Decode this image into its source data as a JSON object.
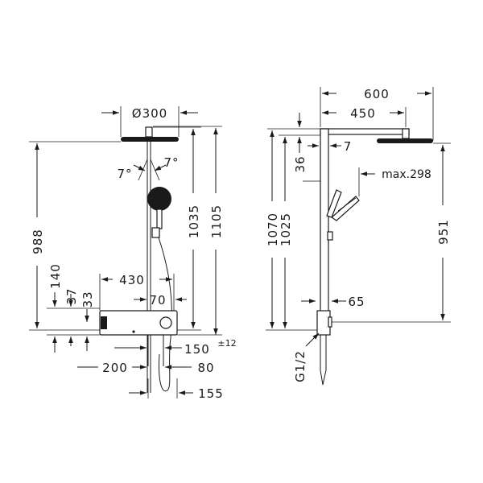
{
  "front_view": {
    "head_diameter": "Ø300",
    "tilt_left": "7°",
    "tilt_right": "7°",
    "total_height": "988",
    "rail_height_a": "1035",
    "rail_height_b": "1105",
    "spout_140": "140",
    "spout_37": "37",
    "spout_33": "33",
    "thermostat_width": "430",
    "offset_70": "70",
    "centers_150": "150",
    "tolerance": "±12",
    "offset_200": "200",
    "offset_80": "80",
    "offset_155": "155"
  },
  "side_view": {
    "arm_length": "600",
    "arm_reach": "450",
    "arm_thickness_36": "36",
    "arm_offset_7": "7",
    "handshower_reach": "max.298",
    "height_1070": "1070",
    "height_1025": "1025",
    "height_951": "951",
    "wall_offset_65": "65",
    "connection": "G1/2"
  }
}
